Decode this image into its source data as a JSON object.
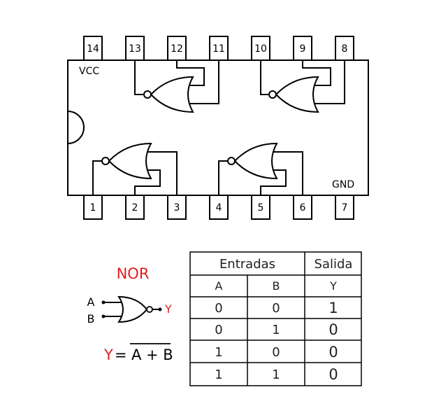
{
  "chip": {
    "vcc_label": "VCC",
    "gnd_label": "GND",
    "top_pins": [
      "14",
      "13",
      "12",
      "11",
      "10",
      "9",
      "8"
    ],
    "bottom_pins": [
      "1",
      "2",
      "3",
      "4",
      "5",
      "6",
      "7"
    ]
  },
  "symbol": {
    "title": "NOR",
    "input_a": "A",
    "input_b": "B",
    "output": "Y",
    "equation_lhs": "Y",
    "equation_eq": "=",
    "equation_rhs": "A + B"
  },
  "truth_table": {
    "group_inputs": "Entradas",
    "group_output": "Salida",
    "columns": [
      "A",
      "B",
      "Y"
    ],
    "rows": [
      [
        "0",
        "0",
        "1"
      ],
      [
        "0",
        "1",
        "0"
      ],
      [
        "1",
        "0",
        "0"
      ],
      [
        "1",
        "1",
        "0"
      ]
    ]
  },
  "colors": {
    "accent_red": "#e01e1e",
    "line": "#000000"
  }
}
